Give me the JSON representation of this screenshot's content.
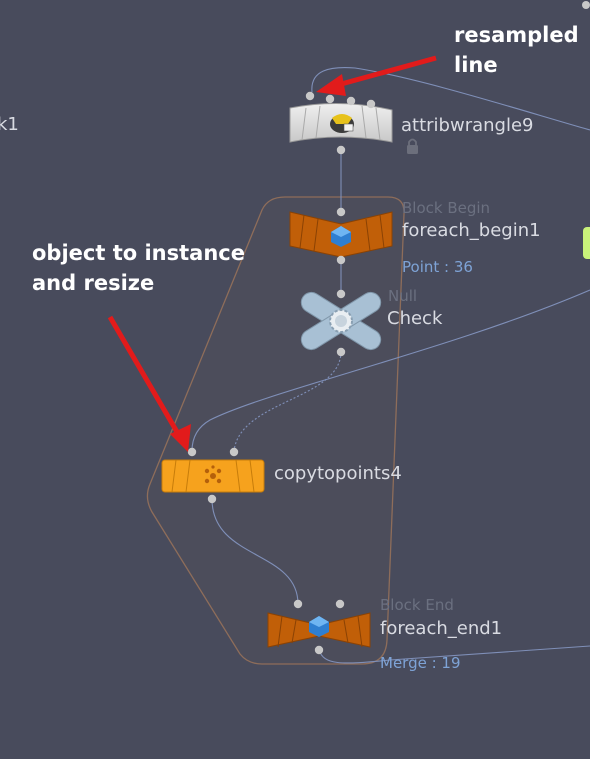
{
  "colors": {
    "background": "#484b5c",
    "wire": "#7f8fb8",
    "block_orange": "#c15f08",
    "copy_orange": "#f6a21d",
    "null_blue": "#a8c0d4",
    "wrangle_grey": "#dcdcdc",
    "arrow_red": "#e21b1b",
    "block_outline": "#8e6d5a",
    "info_text": "#7ea3d6"
  },
  "annotations": {
    "resampled_line": "resampled\nline",
    "object_to_instance": "object to instance\nand resize"
  },
  "edge_labels": {
    "left_cut": "k1"
  },
  "nodes": {
    "attribwrangle": {
      "name": "attribwrangle9",
      "icon": "wrangle-icon",
      "flag": "lock-icon"
    },
    "foreach_begin": {
      "type": "Block Begin",
      "name": "foreach_begin1",
      "info": "Point : 36",
      "icon": "block-cube-icon"
    },
    "null": {
      "type": "Null",
      "name": "Check",
      "icon": "gear-icon"
    },
    "copytopoints": {
      "name": "copytopoints4",
      "icon": "copy-points-icon"
    },
    "foreach_end": {
      "type": "Block End",
      "name": "foreach_end1",
      "info": "Merge : 19",
      "icon": "block-cube-icon"
    }
  }
}
